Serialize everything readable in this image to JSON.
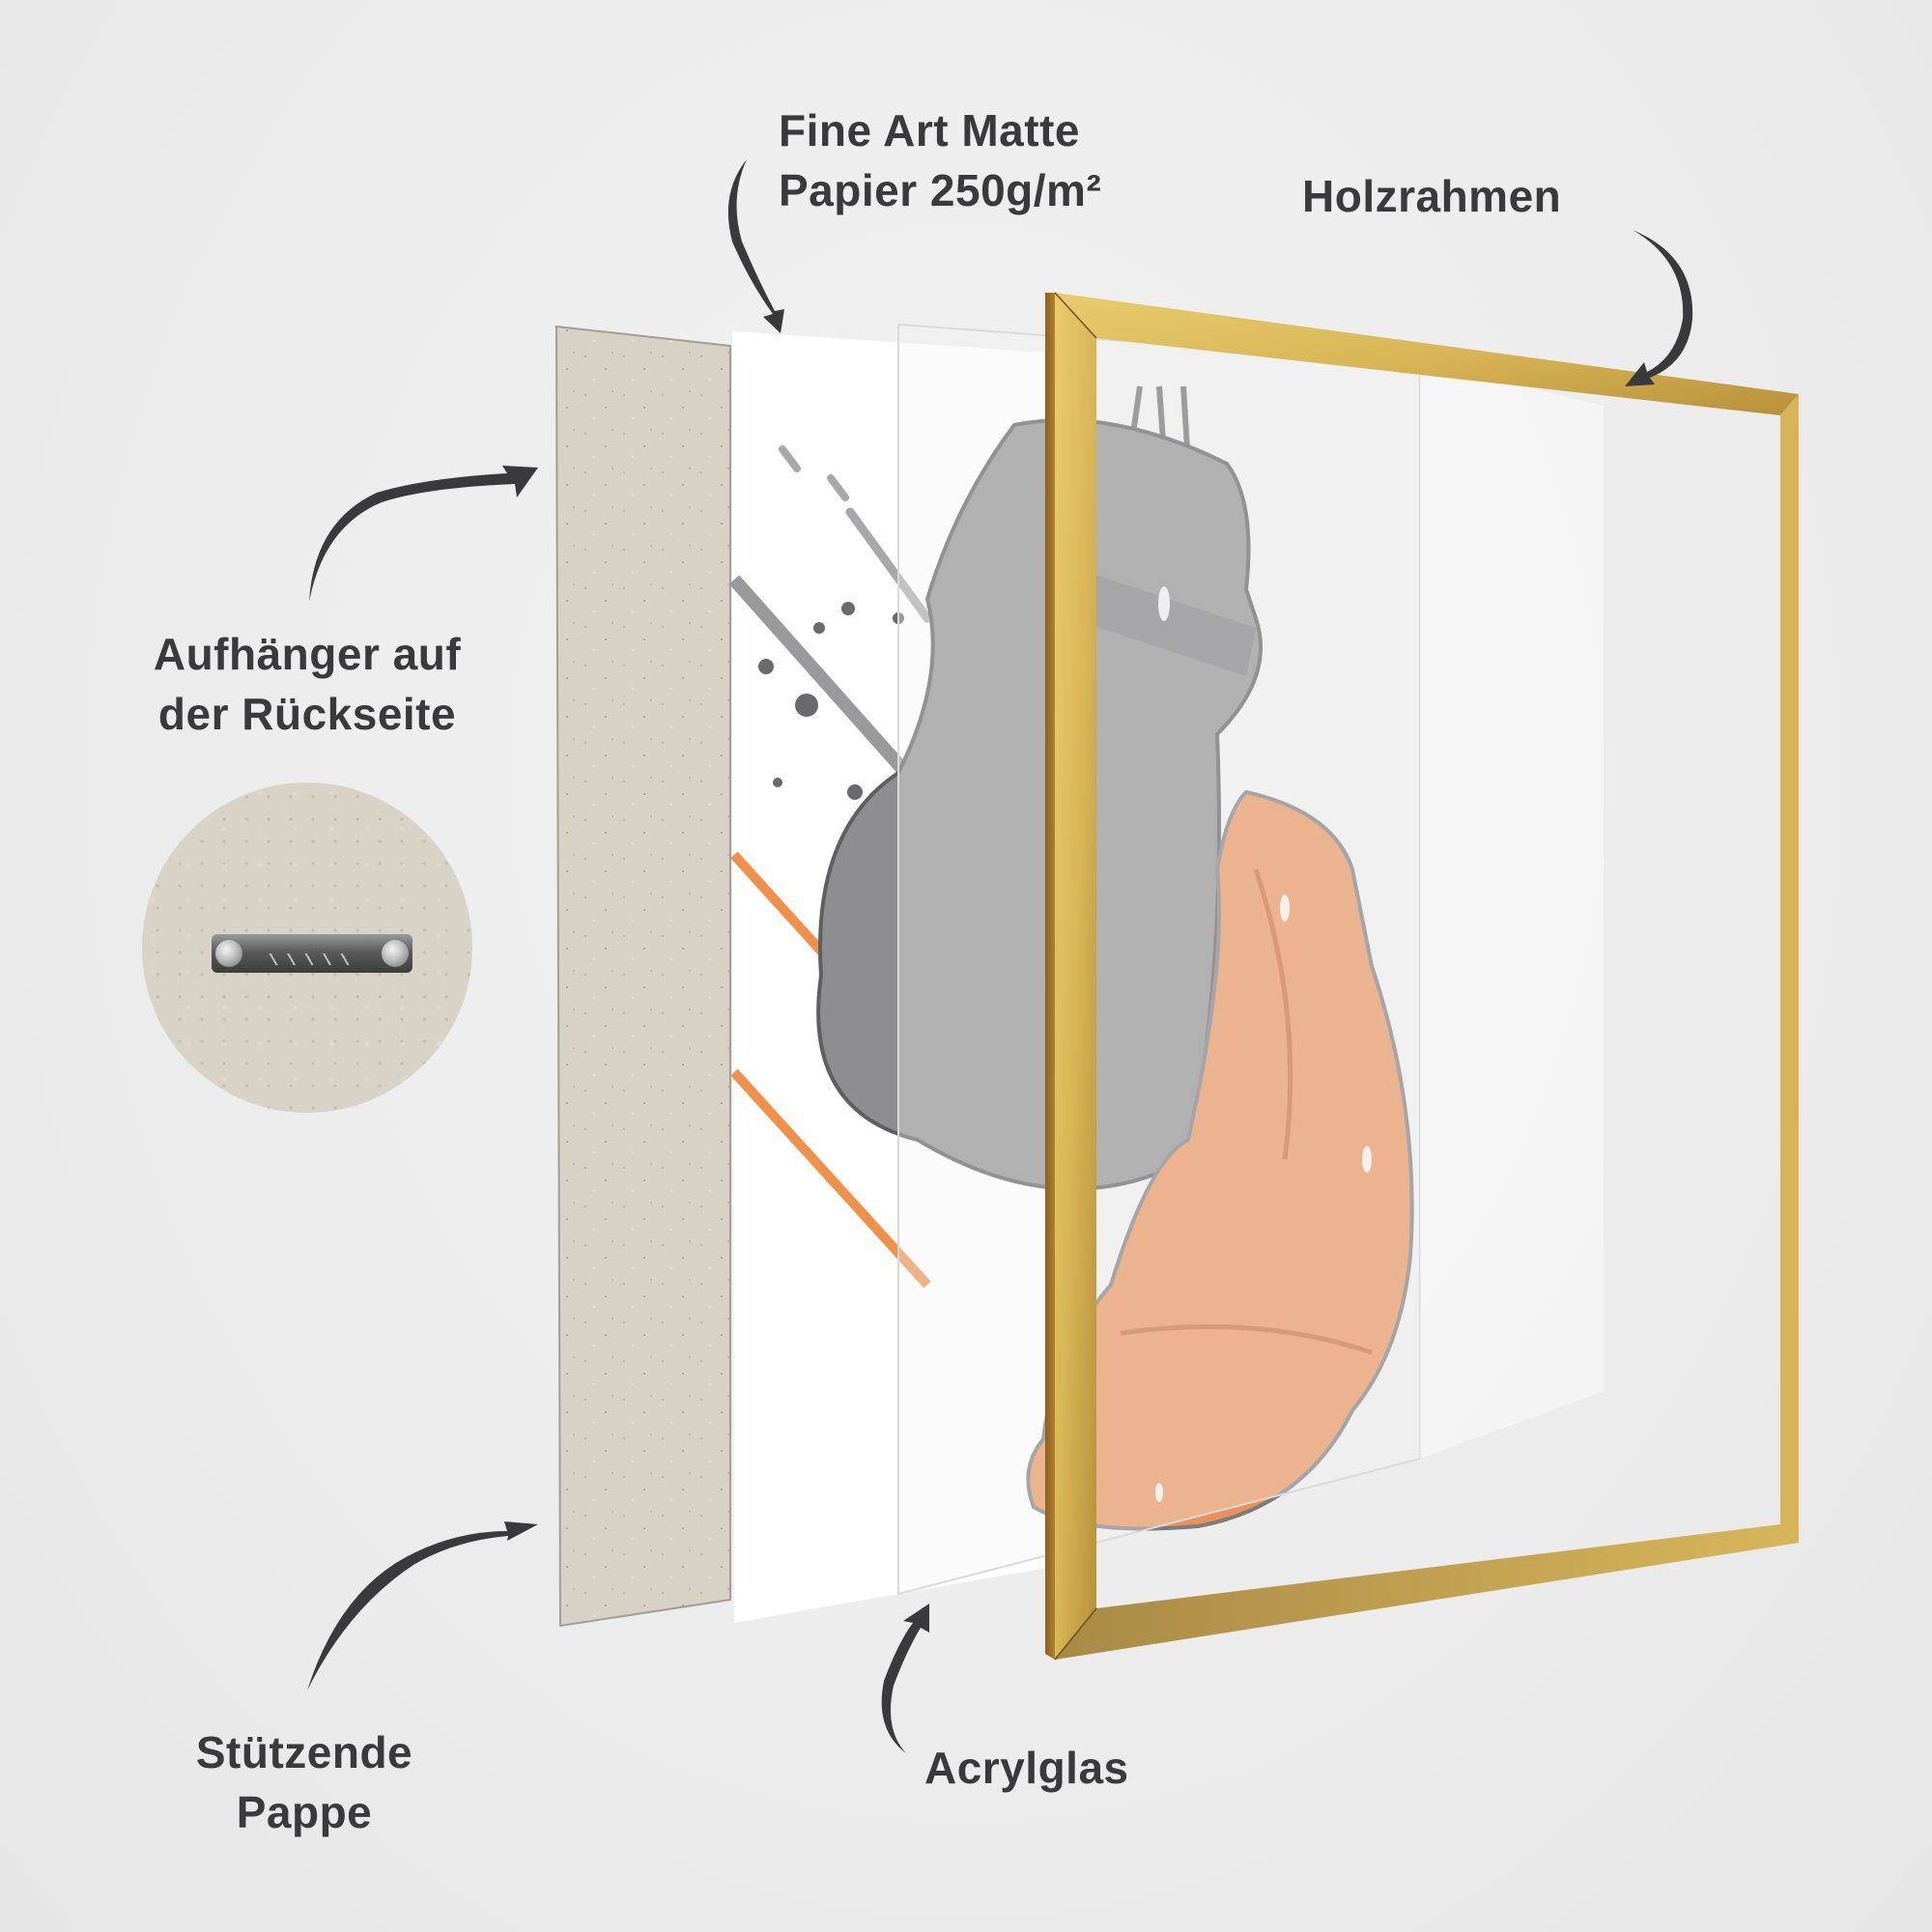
{
  "diagram": {
    "title": "Framed print layer structure (exploded view)",
    "background_color": "#ececec",
    "text_color": "#3a3a3c",
    "arrow_color": "#3a3a3c",
    "labels": {
      "paper": {
        "lines": [
          "Fine Art Matte",
          "Papier 250g/m²"
        ]
      },
      "frame": {
        "lines": [
          "Holzrahmen"
        ]
      },
      "hanger": {
        "lines": [
          "Aufhänger auf",
          "der Rückseite"
        ]
      },
      "backing": {
        "lines": [
          "Stützende",
          "Pappe"
        ]
      },
      "acrylic": {
        "lines": [
          "Acrylglas"
        ]
      }
    },
    "layers": [
      {
        "id": "backing-board",
        "name": "Stützende Pappe",
        "color": "#d8d1c5"
      },
      {
        "id": "art-print",
        "name": "Fine Art Matte Papier 250g/m²",
        "color": "#ffffff"
      },
      {
        "id": "acrylic-glass",
        "name": "Acrylglas",
        "color": "rgba(255,255,255,0.35)"
      },
      {
        "id": "wood-frame",
        "name": "Holzrahmen",
        "color": "#d4b04e"
      }
    ],
    "artwork": {
      "subject": "Hanging boxing gloves",
      "glove_colors": {
        "grey": "#8e8e90",
        "orange": "#e9915a"
      },
      "accent_stripe_color": "#f0904a"
    },
    "hanger_callout": {
      "description": "Sawtooth hanger on cardboard back",
      "board_color": "#d9d2c6"
    }
  }
}
